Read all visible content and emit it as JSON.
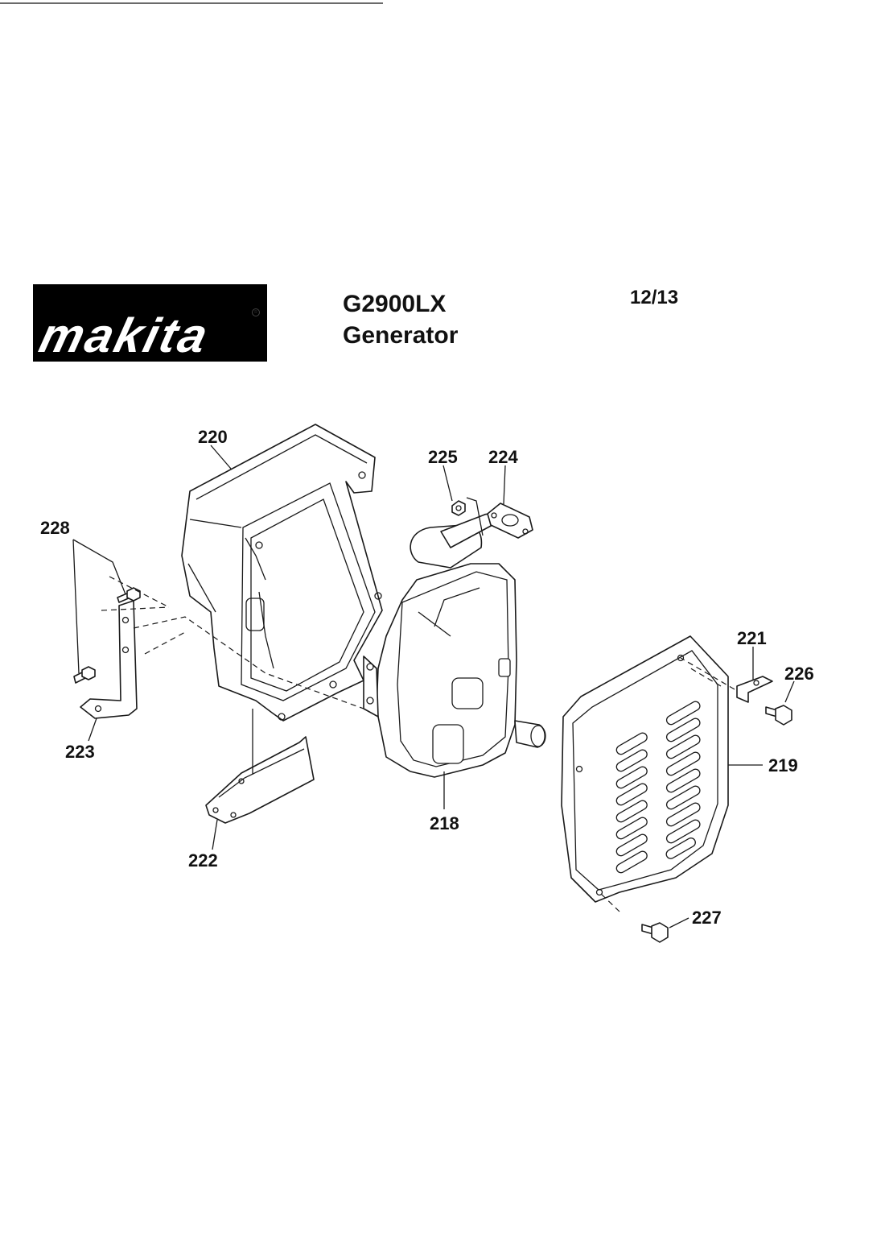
{
  "header": {
    "brand": "makita",
    "model": "G2900LX",
    "product": "Generator",
    "page": "12/13"
  },
  "diagram": {
    "callouts": [
      {
        "id": "218",
        "label": "218"
      },
      {
        "id": "219",
        "label": "219"
      },
      {
        "id": "220",
        "label": "220"
      },
      {
        "id": "221",
        "label": "221"
      },
      {
        "id": "222",
        "label": "222"
      },
      {
        "id": "223",
        "label": "223"
      },
      {
        "id": "224",
        "label": "224"
      },
      {
        "id": "225",
        "label": "225"
      },
      {
        "id": "226",
        "label": "226"
      },
      {
        "id": "227",
        "label": "227"
      },
      {
        "id": "228",
        "label": "228"
      }
    ]
  }
}
